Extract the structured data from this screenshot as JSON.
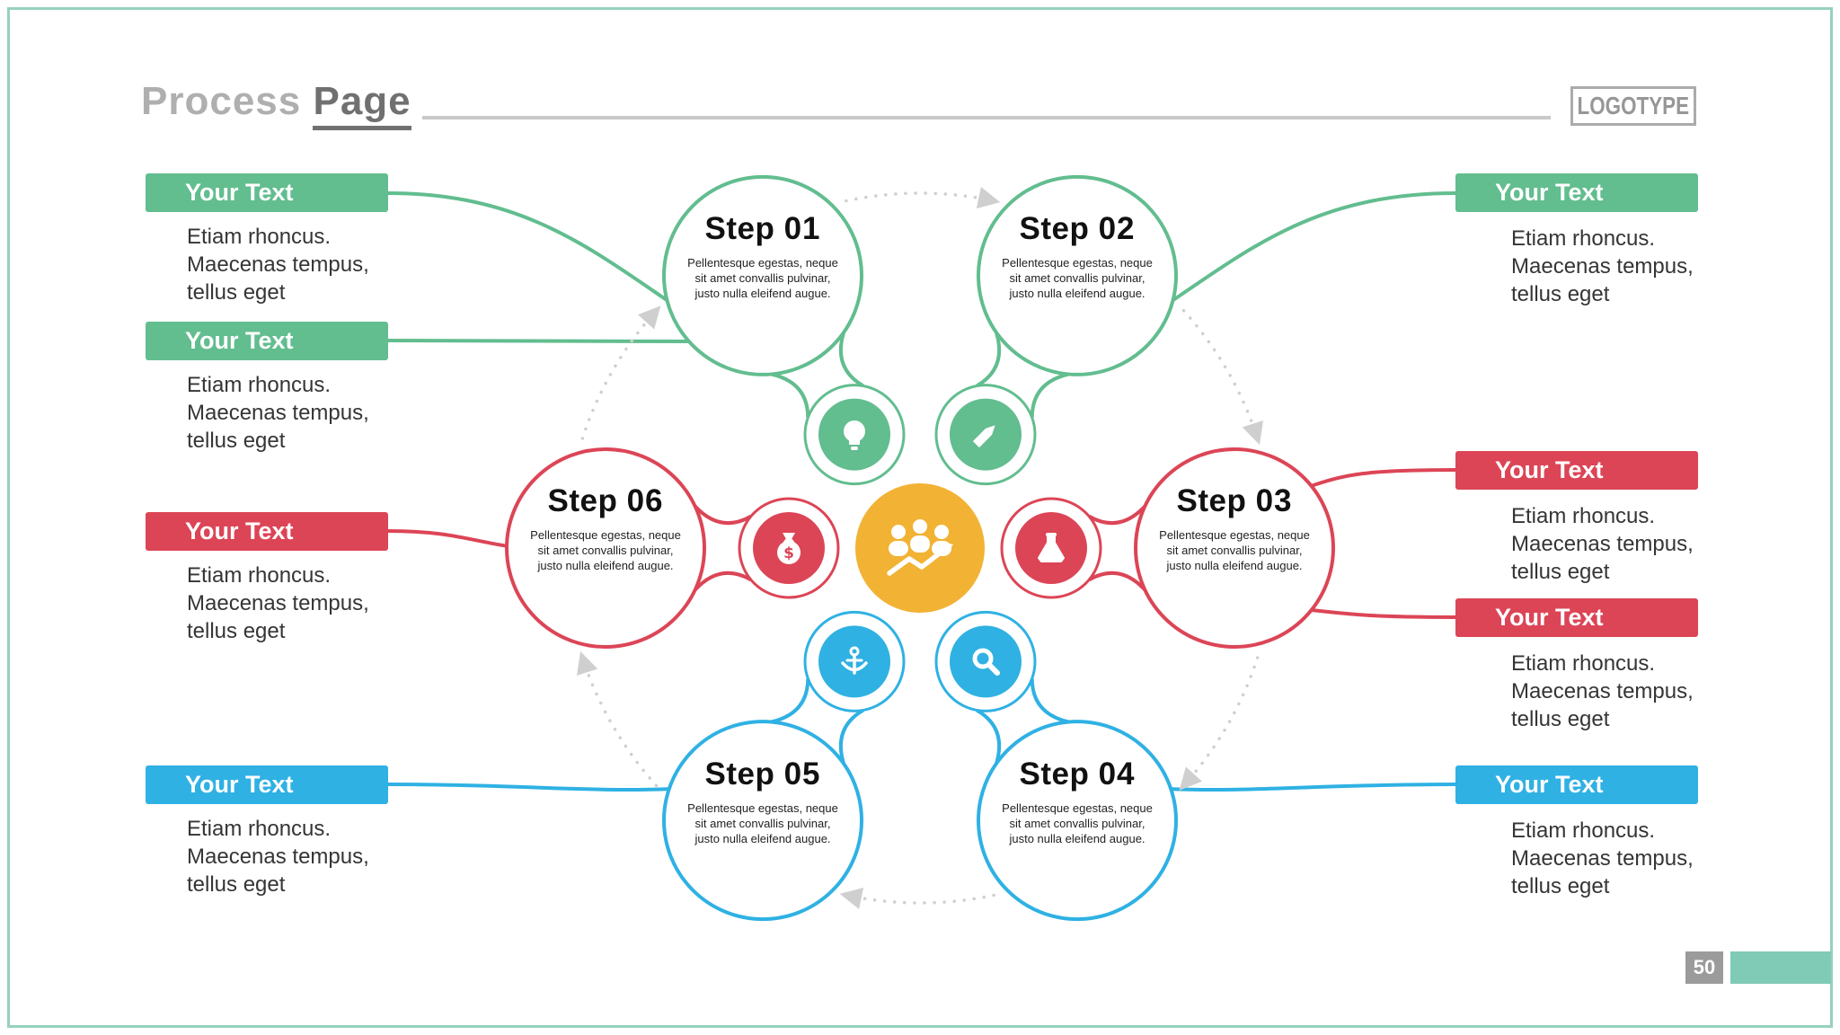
{
  "header": {
    "title_word1": "Process",
    "title_word2": "Page",
    "logotype": "LOGOTYPE"
  },
  "page_number": "50",
  "colors": {
    "green": "#62BD8F",
    "red": "#DC4556",
    "blue": "#2FB1E3",
    "yellow": "#F2B234",
    "border": "#96D1BE",
    "line_gray": "#C9C9C9",
    "dotted_gray": "#CFCFCF"
  },
  "side_labels": {
    "left": [
      {
        "title": "Your Text",
        "text": "Etiam rhoncus.\nMaecenas tempus,\ntellus eget",
        "color": "green"
      },
      {
        "title": "Your Text",
        "text": "Etiam rhoncus.\nMaecenas tempus,\ntellus eget",
        "color": "green"
      },
      {
        "title": "Your Text",
        "text": "Etiam rhoncus.\nMaecenas tempus,\ntellus eget",
        "color": "red"
      },
      {
        "title": "Your Text",
        "text": "Etiam rhoncus.\nMaecenas tempus,\ntellus eget",
        "color": "blue"
      }
    ],
    "right": [
      {
        "title": "Your Text",
        "text": "Etiam rhoncus.\nMaecenas tempus,\ntellus eget",
        "color": "green"
      },
      {
        "title": "Your Text",
        "text": "Etiam rhoncus.\nMaecenas tempus,\ntellus eget",
        "color": "red"
      },
      {
        "title": "Your Text",
        "text": "Etiam rhoncus.\nMaecenas tempus,\ntellus eget",
        "color": "red"
      },
      {
        "title": "Your Text",
        "text": "Etiam rhoncus.\nMaecenas tempus,\ntellus eget",
        "color": "blue"
      }
    ]
  },
  "diagram": {
    "center_icon": "team-growth",
    "center_color": "#F2B234",
    "steps": [
      {
        "id": "step-01",
        "name": "Step",
        "number": "01",
        "description": "Pellentesque egestas, neque sit amet convallis pulvinar, justo nulla eleifend augue.",
        "color": "#62BD8F",
        "icon": "lightbulb"
      },
      {
        "id": "step-02",
        "name": "Step",
        "number": "02",
        "description": "Pellentesque egestas, neque sit amet convallis pulvinar, justo nulla eleifend augue.",
        "color": "#62BD8F",
        "icon": "pencil"
      },
      {
        "id": "step-03",
        "name": "Step",
        "number": "03",
        "description": "Pellentesque egestas, neque sit amet convallis pulvinar, justo nulla eleifend augue.",
        "color": "#DC4556",
        "icon": "flask"
      },
      {
        "id": "step-04",
        "name": "Step",
        "number": "04",
        "description": "Pellentesque egestas, neque sit amet convallis pulvinar, justo nulla eleifend augue.",
        "color": "#2FB1E3",
        "icon": "magnifier"
      },
      {
        "id": "step-05",
        "name": "Step",
        "number": "05",
        "description": "Pellentesque egestas, neque sit amet convallis pulvinar, justo nulla eleifend augue.",
        "color": "#2FB1E3",
        "icon": "anchor"
      },
      {
        "id": "step-06",
        "name": "Step",
        "number": "06",
        "description": "Pellentesque egestas, neque sit amet convallis pulvinar, justo nulla eleifend augue.",
        "color": "#DC4556",
        "icon": "money-bag"
      }
    ]
  }
}
